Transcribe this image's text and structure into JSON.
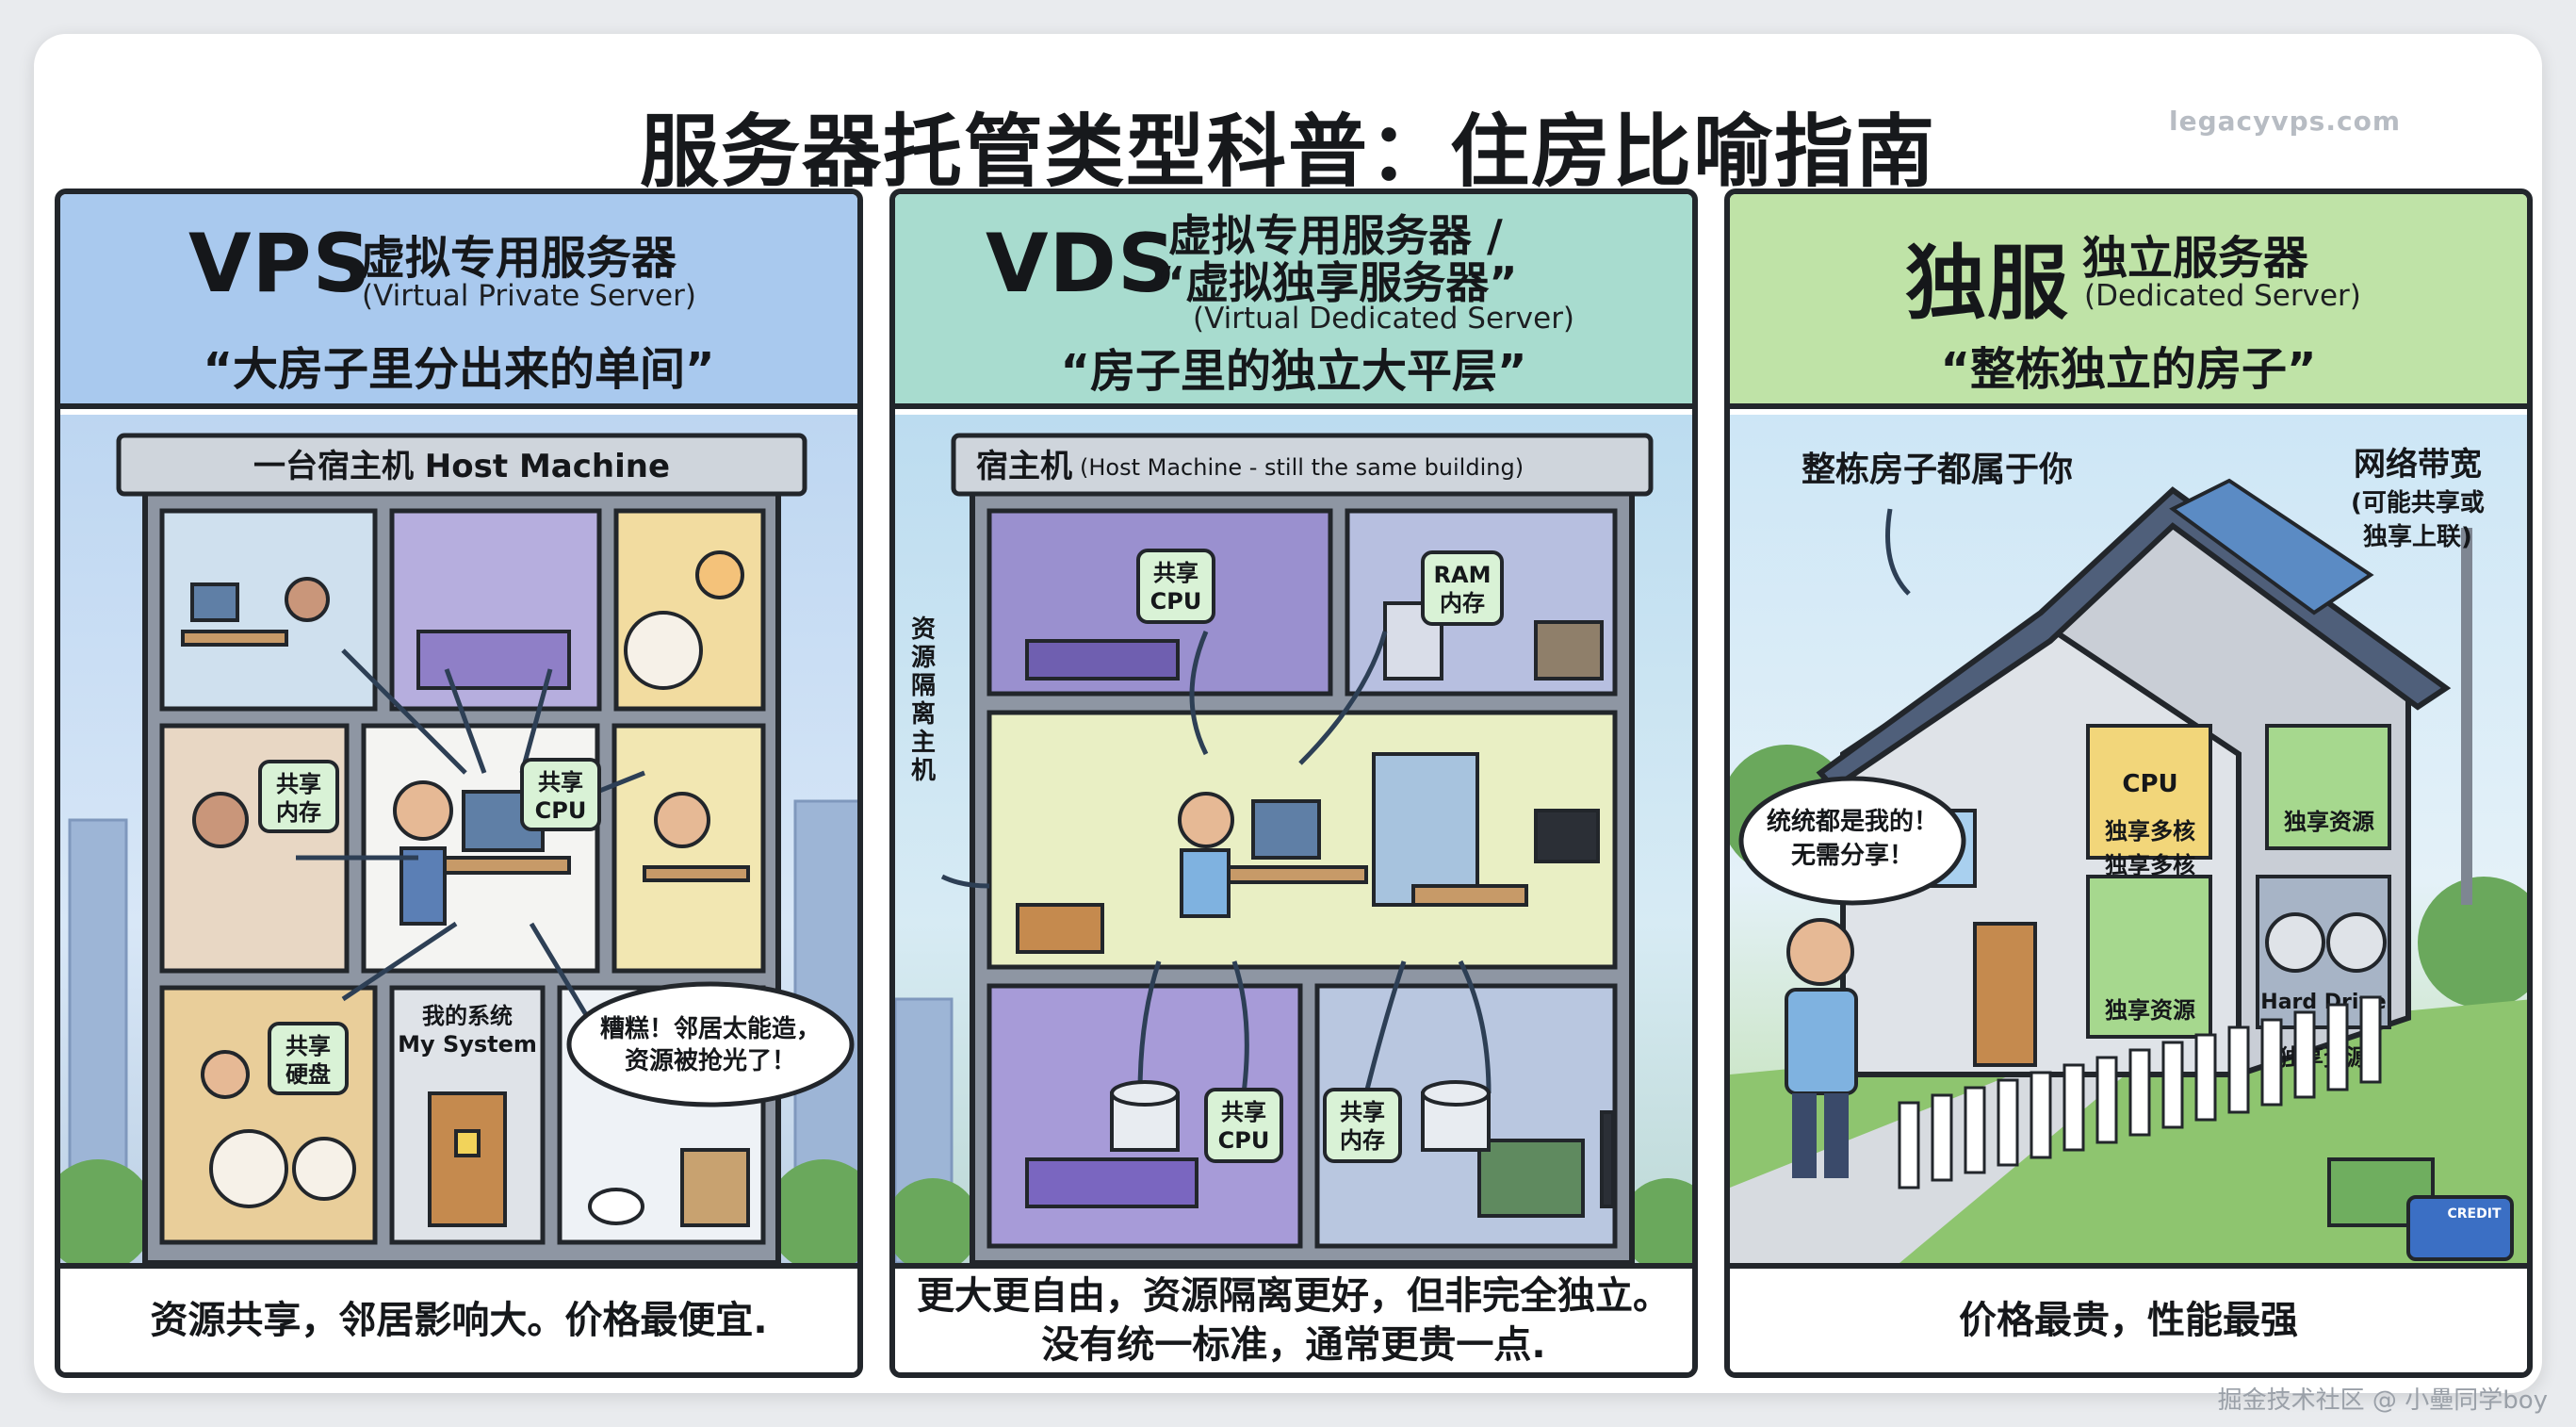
{
  "title": "服务器托管类型科普：住房比喻指南",
  "site": "legacyvps.com",
  "credit": "掘金技术社区 @ 小壘同学boy",
  "vps": {
    "name": "VPS",
    "cn": "虚拟专用服务器",
    "en": "(Virtual Private Server)",
    "metaphor": "“大房子里分出来的单间”",
    "banner": "一台宿主机 Host Machine",
    "labels": {
      "shared_mem": [
        "共享",
        "内存"
      ],
      "shared_cpu": [
        "共享",
        "CPU"
      ],
      "shared_disk": [
        "共享",
        "硬盘"
      ],
      "my_system": [
        "我的系统",
        "My System"
      ]
    },
    "bubble": [
      "糟糕！邻居太能造，",
      "资源被抢光了！"
    ],
    "footer": "资源共享，邻居影响大。价格最便宜."
  },
  "vds": {
    "name": "VDS",
    "cn1": "虚拟专用服务器 /",
    "cn2": "“虚拟独享服务器”",
    "en": "(Virtual Dedicated Server)",
    "metaphor": "“房子里的独立大平层”",
    "banner_cn": "宿主机",
    "banner_en": "(Host Machine - still the same building)",
    "side_note": [
      "资",
      "源",
      "隔",
      "离",
      "主",
      "机"
    ],
    "labels": {
      "shared_cpu": [
        "共享",
        "CPU"
      ],
      "ram": [
        "RAM",
        "内存"
      ],
      "shared_cpu2": [
        "共享",
        "CPU"
      ],
      "shared_mem": [
        "共享",
        "内存"
      ]
    },
    "footer1": "更大更自由，资源隔离更好，但非完全独立。",
    "footer2": "没有统一标准，通常更贵一点."
  },
  "ded": {
    "name": "独服",
    "cn": "独立服务器",
    "en": "(Dedicated Server)",
    "metaphor": "“整栋独立的房子”",
    "note_house": "整栋房子都属于你",
    "note_net": [
      "网络带宽",
      "(可能共享或",
      "独享上联)"
    ],
    "bubble": [
      "统统都是我的！",
      "无需分享！"
    ],
    "labels": {
      "cpu": "CPU",
      "cores1": "独享多核",
      "cores2": "独享多核",
      "res1": "独享资源",
      "res2": "独享资源",
      "res3": "独享资源",
      "hdd": "Hard Drive",
      "card": "CREDIT"
    },
    "footer": "价格最贵，性能最强"
  },
  "colors": {
    "vps_header": "#a9c9ee",
    "vds_header": "#a8dccf",
    "ded_header": "#bfe3a7",
    "outline": "#22262b",
    "label_bg": "#d9f2d6"
  }
}
